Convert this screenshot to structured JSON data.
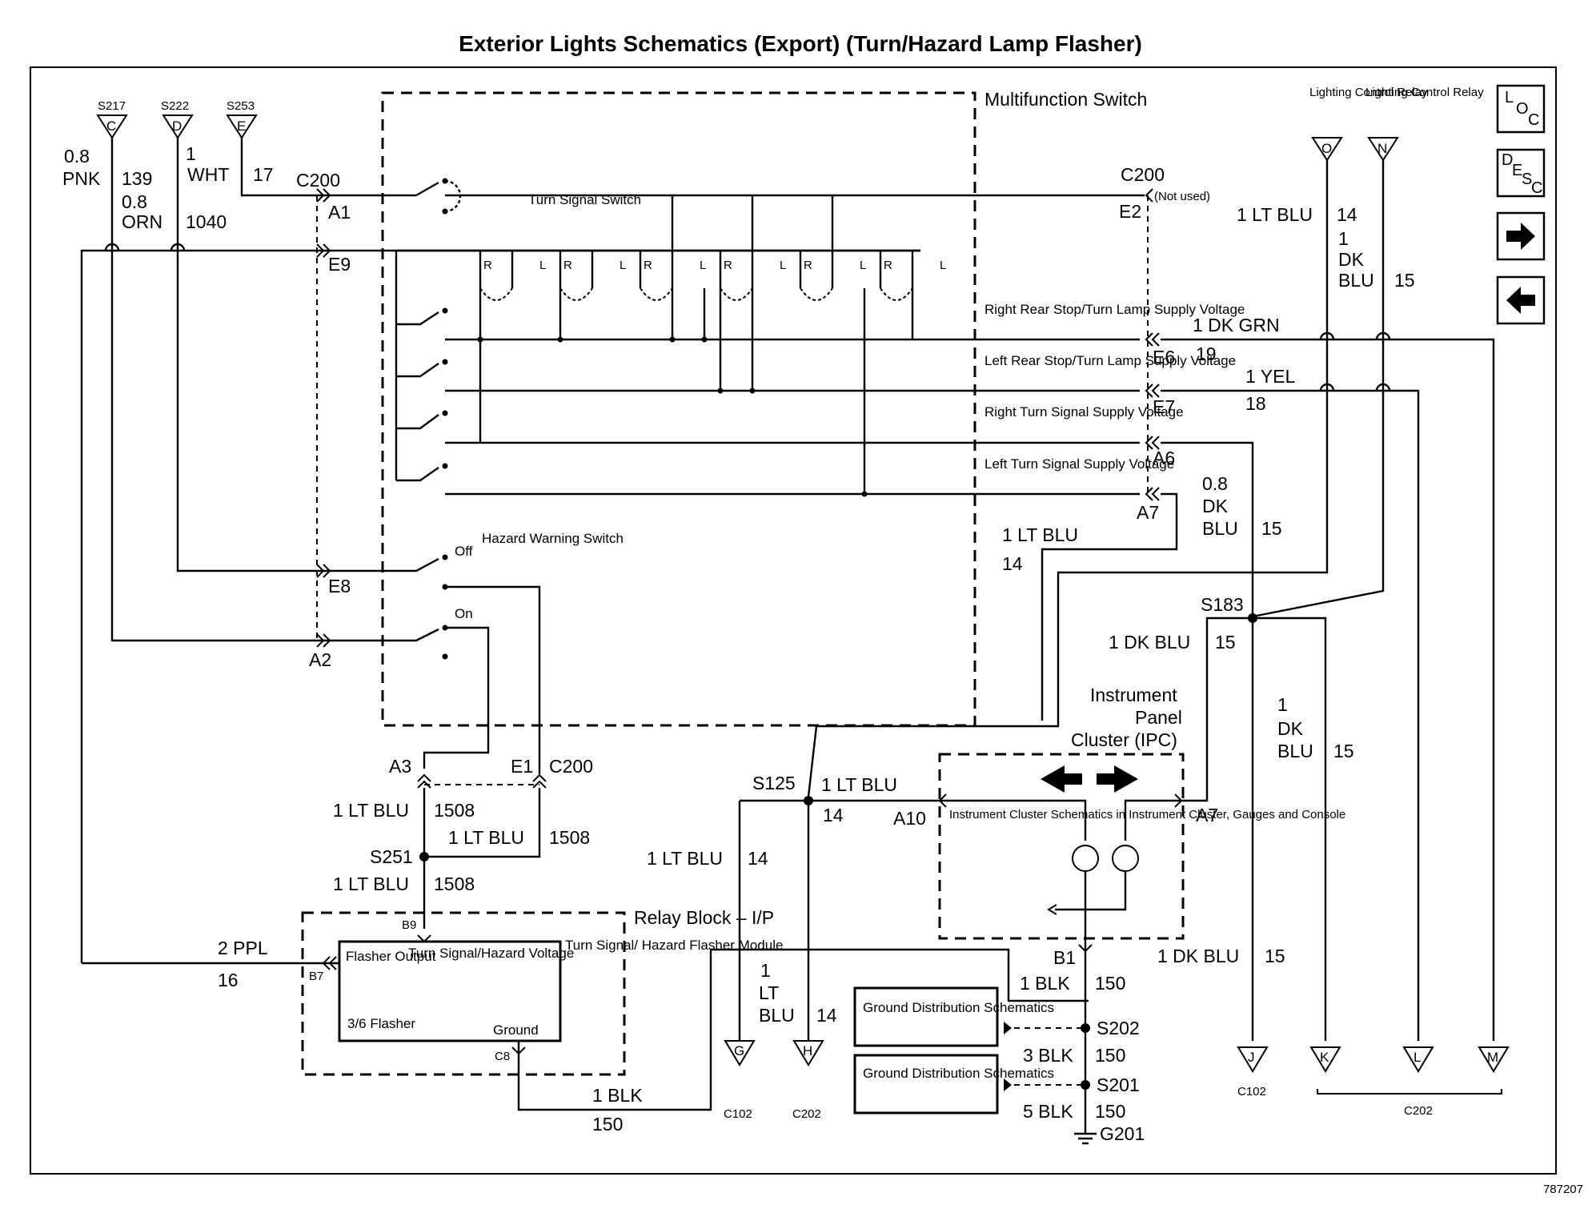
{
  "title": "Exterior Lights Schematics (Export) (Turn/Hazard Lamp Flasher)",
  "figure_id": "787207",
  "nav": {
    "loc_letters": [
      "L",
      "O",
      "C"
    ],
    "desc_letters": [
      "D",
      "E",
      "S",
      "C"
    ],
    "next_icon": "right-arrow-icon",
    "prev_icon": "left-arrow-icon"
  },
  "components": {
    "multifunction_switch": "Multifunction Switch",
    "turn_signal_switch": "Turn Signal Switch",
    "hazard_warning_switch": "Hazard Warning Switch",
    "hazard_off": "Off",
    "hazard_on": "On",
    "relay_block": "Relay Block – I/P",
    "flasher_module": "Turn Signal/ Hazard Flasher Module",
    "flasher_output": "Flasher Output",
    "flasher_voltage": "Turn Signal/Hazard Voltage",
    "flasher_type": "3/6 Flasher",
    "flasher_ground": "Ground",
    "ipc": "Instrument Panel Cluster (IPC)",
    "ipc_ref": "Instrument Cluster Schematics in Instrument Cluster, Gauges and Console",
    "ground_dist_1": "Ground Distribution Schematics",
    "ground_dist_2": "Ground Distribution Schematics",
    "lighting_relay_o": "Lighting Control Relay",
    "lighting_relay_n": "Lighting Control Relay",
    "not_used": "(Not used)"
  },
  "supply_labels": [
    "Right Rear Stop/Turn Lamp Supply Voltage",
    "Left Rear Stop/Turn Lamp Supply Voltage",
    "Right Turn Signal Supply Voltage",
    "Left Turn Signal Supply Voltage"
  ],
  "rl_labels": [
    "R",
    "L",
    "R",
    "L",
    "R",
    "L",
    "R",
    "L",
    "R",
    "L",
    "R",
    "L"
  ],
  "top_refs": [
    {
      "splice": "S217",
      "letter": "C"
    },
    {
      "splice": "S222",
      "letter": "D"
    },
    {
      "splice": "S253",
      "letter": "E"
    }
  ],
  "bottom_refs": [
    {
      "letter": "G",
      "conn": "C102"
    },
    {
      "letter": "H",
      "conn": "C202"
    },
    {
      "letter": "J",
      "conn": "C102"
    },
    {
      "letter": "K"
    },
    {
      "letter": "L"
    },
    {
      "letter": "M"
    }
  ],
  "bottom_group_conn": "C202",
  "relay_refs": [
    {
      "letter": "O"
    },
    {
      "letter": "N"
    }
  ],
  "connectors": {
    "c200_top": "C200",
    "c200_right": "C200",
    "c200_bottom": "C200",
    "a1": "A1",
    "e9": "E9",
    "e8": "E8",
    "a2": "A2",
    "e2": "E2",
    "e6": "E6",
    "e7": "E7",
    "a6": "A6",
    "a7": "A7",
    "a3": "A3",
    "e1": "E1",
    "b9": "B9",
    "b7": "B7",
    "c8": "C8",
    "a10": "A10",
    "a7_ipc": "A7",
    "b1": "B1"
  },
  "splices": {
    "s251": "S251",
    "s125": "S125",
    "s183": "S183",
    "s202": "S202",
    "s201": "S201",
    "g201": "G201"
  },
  "wires": {
    "w139_gauge": "0.8",
    "w139_color": "PNK",
    "w139_circuit": "139",
    "w1040_gauge": "0.8",
    "w1040_color": "ORN",
    "w1040_circuit": "1040",
    "w17_gauge": "1",
    "w17_color": "WHT",
    "w17_circuit": "17",
    "w14_top": "1 LT BLU",
    "w14_top_c": "14",
    "w15_top_g": "1",
    "w15_top_a": "DK",
    "w15_top_b": "BLU",
    "w15_top_c": "15",
    "w19": "1 DK GRN",
    "w19_c": "19",
    "w18": "1 YEL",
    "w18_c": "18",
    "w15_mid_g": "0.8",
    "w15_mid_a": "DK",
    "w15_mid_b": "BLU",
    "w15_mid_c": "15",
    "w14_mid": "1 LT BLU",
    "w14_mid_c": "14",
    "w15_s183": "1 DK BLU",
    "w15_s183_c": "15",
    "w15_k_g": "1",
    "w15_k_a": "DK",
    "w15_k_b": "BLU",
    "w15_k_c": "15",
    "w1508_a": "1 LT BLU",
    "w1508_a_c": "1508",
    "w1508_b": "1 LT BLU",
    "w1508_b_c": "1508",
    "w1508_c": "1 LT BLU",
    "w1508_c_c": "1508",
    "w14_s125": "1 LT BLU",
    "w14_s125_c": "14",
    "w14_g": "1 LT BLU",
    "w14_g_c": "14",
    "w14_h_g": "1",
    "w14_h_a": "LT",
    "w14_h_b": "BLU",
    "w14_h_c": "14",
    "w16": "2 PPL",
    "w16_c": "16",
    "w150_c8": "1 BLK",
    "w150_c8_c": "150",
    "w150_b1": "1 BLK",
    "w150_b1_c": "150",
    "w150_s202": "3 BLK",
    "w150_s202_c": "150",
    "w150_s201": "5 BLK",
    "w150_s201_c": "150",
    "w15_j": "1 DK BLU",
    "w15_j_c": "15"
  }
}
